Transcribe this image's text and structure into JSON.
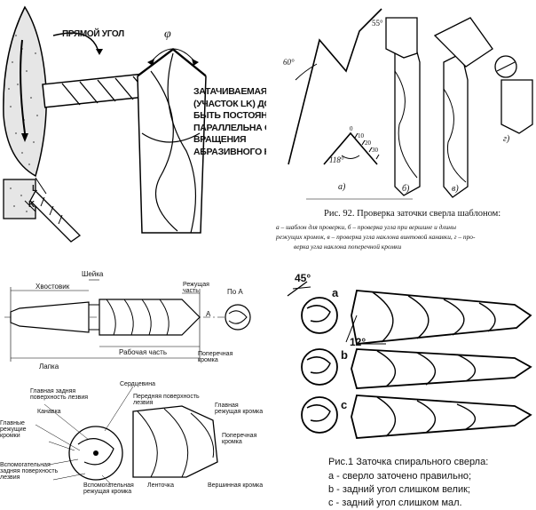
{
  "panel_a": {
    "right_angle": "ПРЯМОЙ УГОЛ",
    "phi": "φ",
    "note_lines": [
      "ЗАТАЧИВАЕМАЯ КРОМКА",
      "(УЧАСТОК LK) ДОЛЖНА",
      "БЫТЬ ПОСТОЯННО",
      "ПАРАЛЛЕЛЬНА ОСИ",
      "ВРАЩЕНИЯ",
      "АБРАЗИВНОГО КРУГА"
    ],
    "point_l": "L",
    "point_k": "K"
  },
  "panel_b": {
    "angle_55": "55°",
    "angle_60": "60°",
    "angle_118": "118°",
    "scale": [
      "0",
      "10",
      "20",
      "30"
    ],
    "sub_a": "а)",
    "sub_b": "б)",
    "sub_v": "в)",
    "sub_g": "г)",
    "caption_title": "Рис. 92. Проверка заточки сверла шаблоном:",
    "caption_lines": [
      "а – шаблон для проверки, б – проверка угла при вершине и длины",
      "режущих кромок, в – проверка угла наклона винтовой канавки, г – про-",
      "верка угла наклона поперечной кромки"
    ]
  },
  "panel_c": {
    "labels": {
      "neck": "Шейка",
      "shank": "Хвостовик",
      "cutting_part": "Режущая часть",
      "view_a": "По А",
      "letter_a": "А",
      "transverse_edge": "Поперечная кромка",
      "work_part": "Рабочая часть",
      "tang": "Лапка",
      "core": "Сердцевина",
      "main_back": "Главная задняя поверхность лезвия",
      "front_surface": "Передняя поверхность лезвия",
      "flute": "Канавка",
      "main_edges": "Главные режущие кромки",
      "main_edge": "Главная режущая кромка",
      "transverse_edge2": "Поперечная кромка",
      "aux_back": "Вспомогательная задняя поверхность лезвия",
      "aux_edge": "Вспомогательная режущая кромка",
      "land": "Ленточка",
      "tip_edge": "Вершинная кромка"
    }
  },
  "panel_d": {
    "angle_45": "45°",
    "angle_12": "12°",
    "letter_a": "a",
    "letter_b": "b",
    "letter_c": "c",
    "caption_title": "Рис.1  Заточка спирального сверла:",
    "caption_items": [
      "а - сверло заточено правильно;",
      "b - задний угол слишком велик;",
      "с - задний угол слишком мал."
    ]
  }
}
